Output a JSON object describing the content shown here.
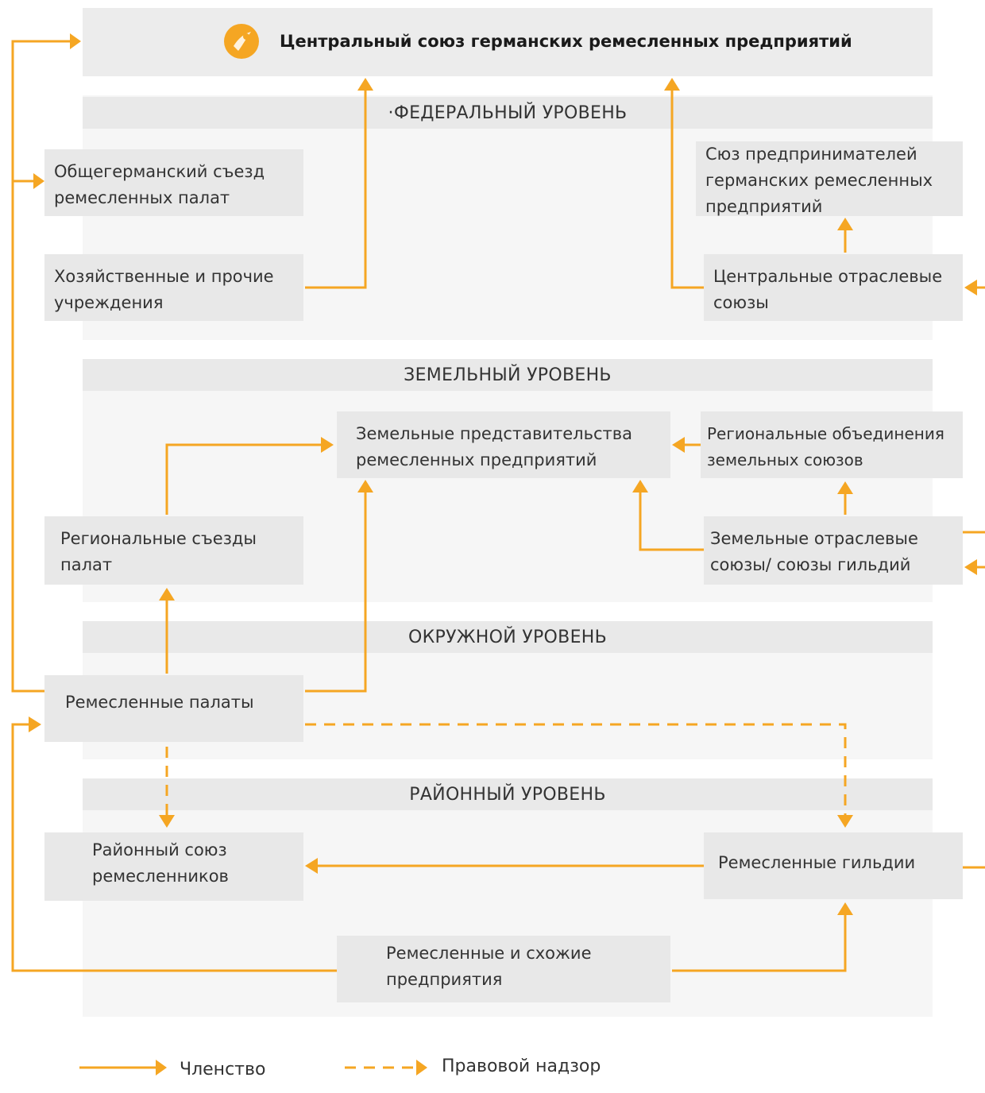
{
  "header": {
    "title": "Центральный союз германских ремесленных предприятий",
    "logo_icon": "orange-circle-logo-icon"
  },
  "levels": {
    "federal": "·ФЕДЕРАЛЬНЫЙ УРОВЕНЬ",
    "land": "ЗЕМЕЛЬНЫЙ УРОВЕНЬ",
    "district": "ОКРУЖНОЙ УРОВЕНЬ",
    "regional": "РАЙОННЫЙ УРОВЕНЬ"
  },
  "nodes": {
    "all_german_congress": "Общегерманский съезд ремесленных палат",
    "economic_institutions": "Хозяйственные и прочие учреждения",
    "entrepreneurs_union": "Сюз предпринимателей германских ремесленных предприятий",
    "central_branch_unions": "Центральные отраслевые союзы",
    "land_representations": "Земельные представительства ремесленных предприятий",
    "regional_associations": "Региональные объединения земельных союзов",
    "regional_congresses": "Региональные съезды палат",
    "land_branch_unions": "Земельные отраслевые союзы/ союзы гильдий",
    "chambers": "Ремесленные палаты",
    "district_union": "Районный союз ремесленников",
    "guilds": "Ремесленные гильдии",
    "enterprises": "Ремесленные и схожие предприятия"
  },
  "legend": {
    "membership": "Членство",
    "supervision": "Правовой надзор"
  },
  "colors": {
    "arrow": "#f5a623",
    "box": "#e8e8e8",
    "panel": "#f6f6f6",
    "level_bar": "#e9e9e9"
  }
}
